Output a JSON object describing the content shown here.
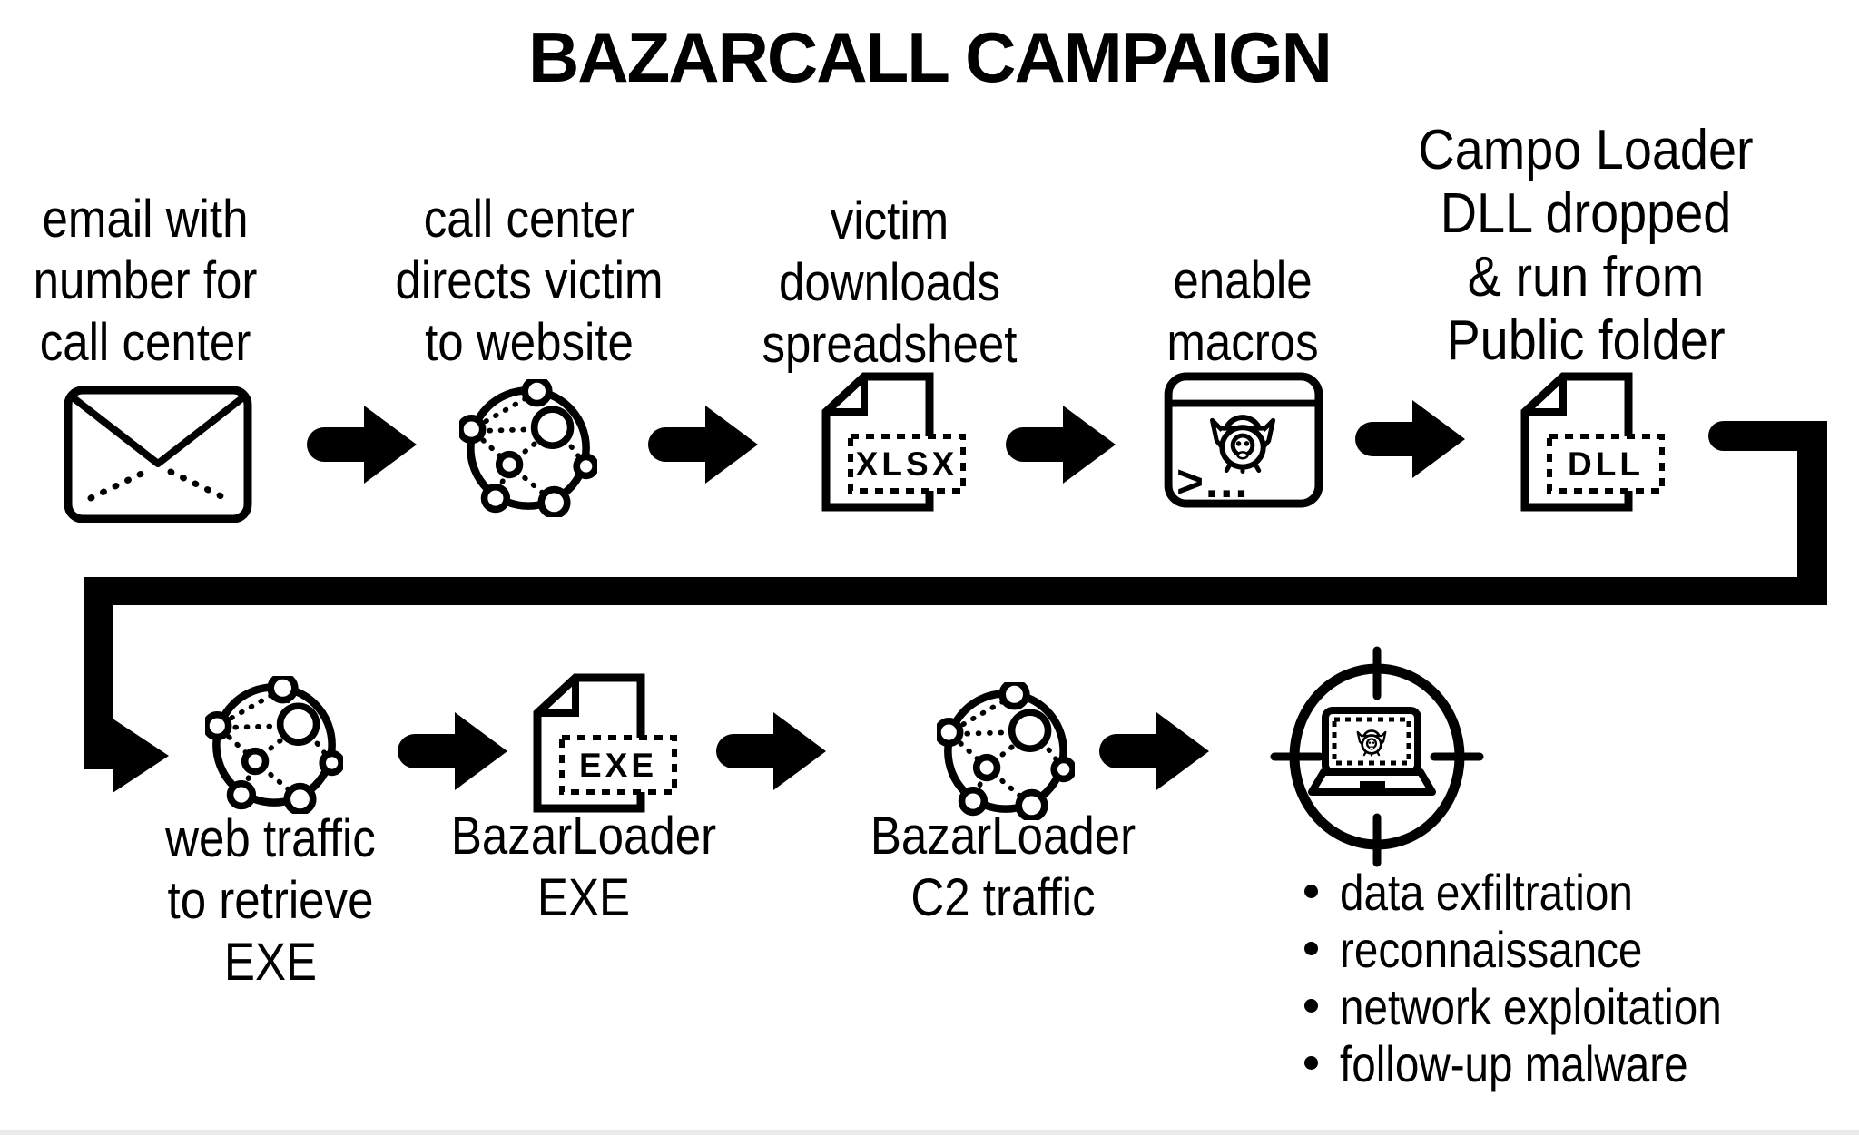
{
  "title": "BAZARCALL CAMPAIGN",
  "flow": {
    "row1": [
      {
        "name": "phishing-email",
        "label": "email with\nnumber for\ncall center"
      },
      {
        "name": "call-center-website",
        "label": "call center\ndirects victim\nto website"
      },
      {
        "name": "spreadsheet-download",
        "label": "victim\ndownloads\nspreadsheet",
        "badge": "XLSX"
      },
      {
        "name": "enable-macros",
        "label": "enable\nmacros",
        "prompt": ">..."
      },
      {
        "name": "campo-loader",
        "label": "Campo Loader\nDLL dropped\n& run from\nPublic folder",
        "badge": "DLL"
      }
    ],
    "row2": [
      {
        "name": "web-traffic",
        "label": "web traffic\nto retrieve\nEXE"
      },
      {
        "name": "bazarloader-exe",
        "label": "BazarLoader\nEXE",
        "badge": "EXE"
      },
      {
        "name": "bazarloader-c2",
        "label": "BazarLoader\nC2 traffic"
      },
      {
        "name": "infected-host",
        "outcomes": [
          "data exfiltration",
          "reconnaissance",
          "network exploitation",
          "follow-up malware"
        ]
      }
    ]
  },
  "colors": {
    "ink": "#000000",
    "paper": "#ffffff"
  }
}
